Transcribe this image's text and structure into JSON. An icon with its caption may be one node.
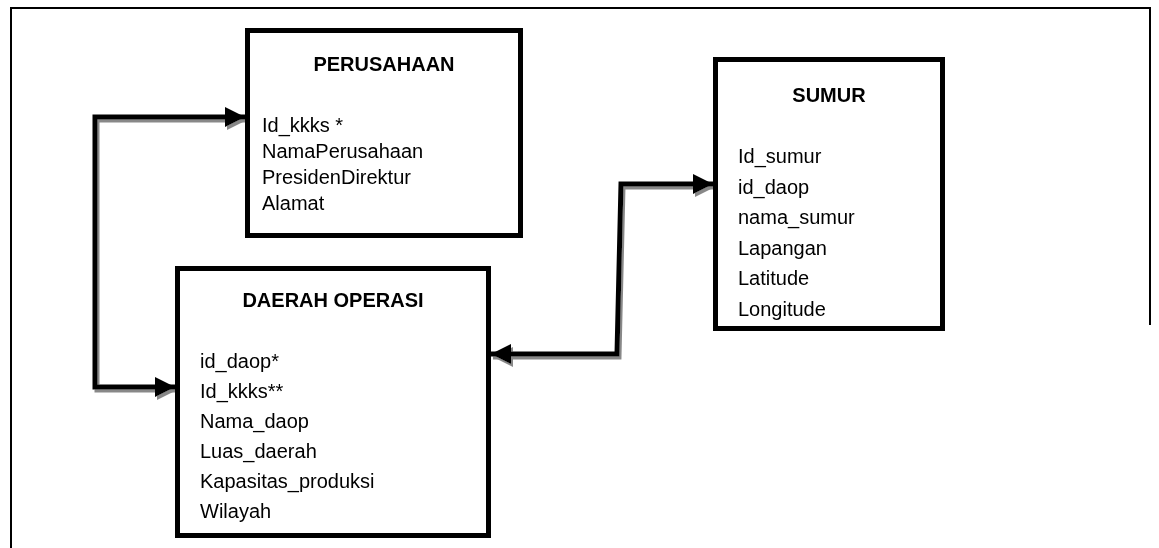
{
  "diagram": {
    "nodes": [
      {
        "text": [
          "PERUSAHAAN",
          "Id_kkks *",
          "NamaPerusahaan",
          "PresidenDirektur",
          "Alamat"
        ]
      },
      {
        "text": [
          "SUMUR",
          "Id_sumur",
          "id_daop",
          "nama_sumur",
          "Lapangan",
          "Latitude",
          "Longitude"
        ]
      },
      {
        "text": [
          "DAERAH OPERASI",
          "id_daop*",
          "Id_kkks**",
          "Nama_daop",
          "Luas_daerah",
          "Kapasitas_produksi",
          "Wilayah"
        ]
      }
    ],
    "edges": [
      {
        "from": 0,
        "to": 2,
        "arrow": "both"
      },
      {
        "from": 1,
        "to": 2,
        "arrow": "both"
      }
    ]
  }
}
